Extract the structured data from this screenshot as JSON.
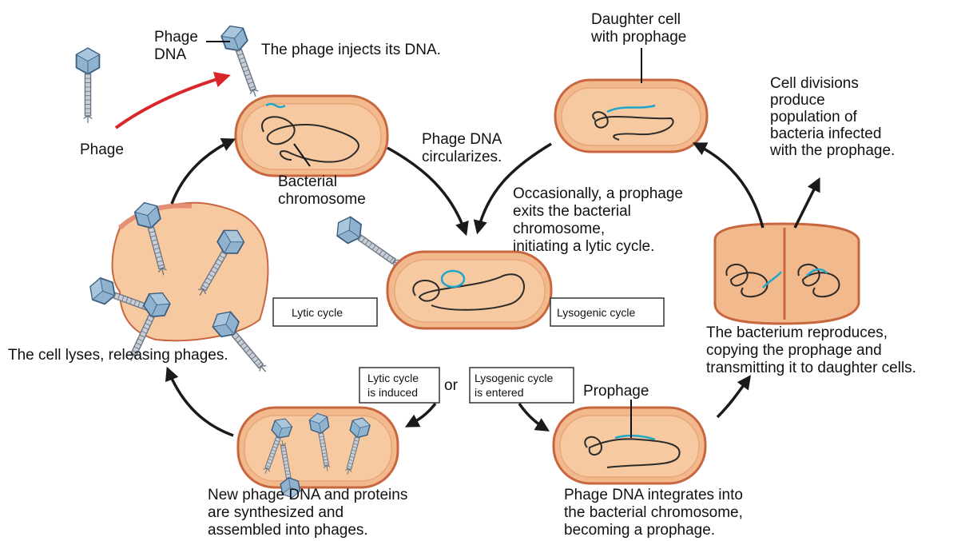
{
  "colors": {
    "cell_fill": "#f2b98d",
    "cell_inner": "#f6c9a0",
    "cell_outline": "#c8663f",
    "chromosome": "#2b2b2b",
    "phage_dna": "#1fa6c9",
    "phage_head": "#6a8fb0",
    "red_arrow": "#d9262b",
    "arrow": "#1a1a1a"
  },
  "labels": {
    "phage_dna": "Phage\nDNA",
    "phage_injects": "The phage injects its DNA.",
    "phage": "Phage",
    "bacterial_chromosome": "Bacterial\nchromosome",
    "phage_dna_circularizes": "Phage DNA\ncircularizes.",
    "daughter_cell": "Daughter cell\nwith prophage",
    "cell_divisions": "Cell divisions\nproduce\npopulation of\nbacteria infected\nwith the prophage.",
    "occasionally": "Occasionally, a prophage\nexits the bacterial\nchromosome,\ninitiating a lytic cycle.",
    "lytic_cycle": "Lytic cycle",
    "lysogenic_cycle": "Lysogenic cycle",
    "cell_lyses": "The cell lyses, releasing phages.",
    "bacterium_reproduces": "The bacterium reproduces,\ncopying the prophage and\ntransmitting it to daughter cells.",
    "lytic_induced": "Lytic cycle\nis induced",
    "or": "or",
    "lysogenic_entered": "Lysogenic cycle\nis entered",
    "prophage": "Prophage",
    "new_phage_dna": "New phage DNA and proteins\nare synthesized and\nassembled into phages.",
    "integrates": "Phage DNA integrates into\nthe bacterial chromosome,\nbecoming a prophage."
  }
}
